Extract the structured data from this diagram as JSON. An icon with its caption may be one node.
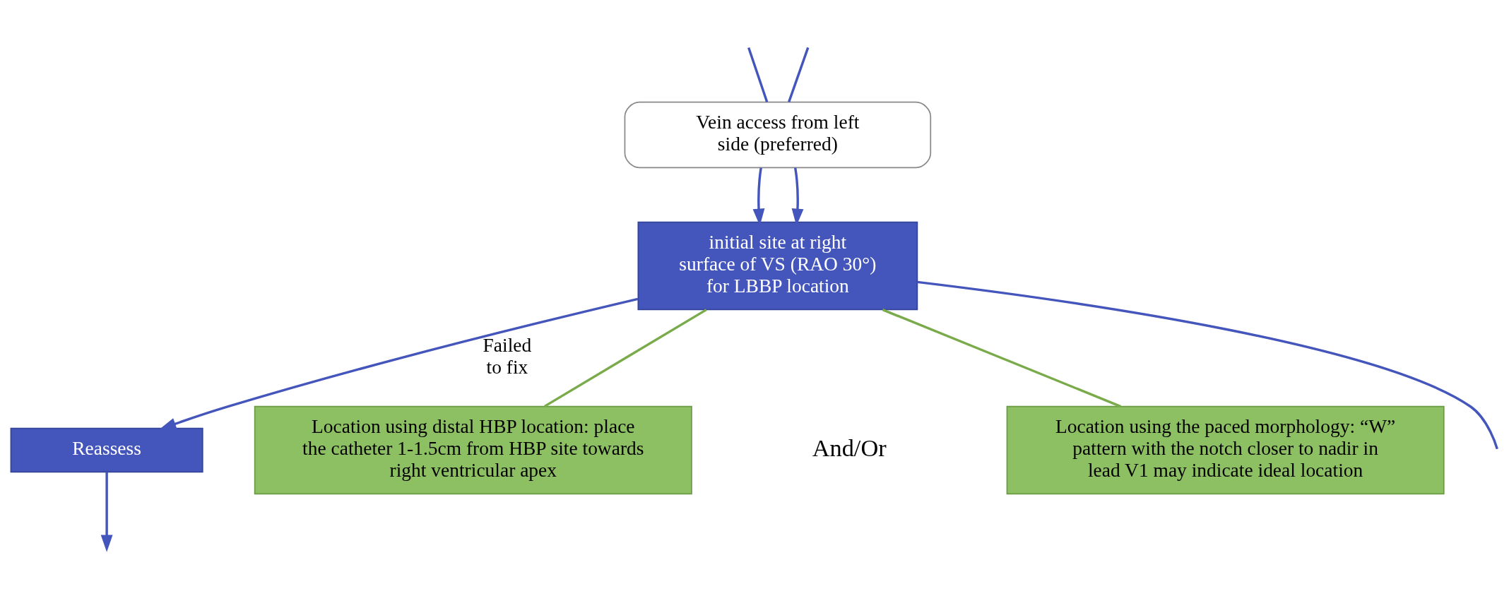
{
  "diagram": {
    "nodes": [
      {
        "text": [
          "Vein access from left side (preferred)"
        ]
      },
      {
        "text": [
          "initial site at right surface of VS (RAO 30°) for LBBP location"
        ]
      },
      {
        "text": [
          "Reassess"
        ]
      },
      {
        "text": [
          "Location using distal HBP location: place the catheter 1-1.5cm from HBP site towards right ventricular apex"
        ]
      },
      {
        "text": [
          "Location using the paced morphology: “W” pattern with the notch closer to nadir in lead V1 may indicate ideal location"
        ]
      }
    ],
    "edges": [
      {
        "from": null,
        "to": 0,
        "arrow": "none"
      },
      {
        "from": null,
        "to": 0,
        "arrow": "none"
      },
      {
        "from": 0,
        "to": 1,
        "arrow": "to"
      },
      {
        "from": 0,
        "to": 1,
        "arrow": "to"
      },
      {
        "from": 1,
        "to": 2,
        "arrow": "to",
        "label": "Failed to fix"
      },
      {
        "from": 1,
        "to": null,
        "arrow": "none"
      },
      {
        "from": 2,
        "to": null,
        "arrow": "to"
      },
      {
        "from": 1,
        "to": 3,
        "arrow": "none",
        "color": "#7aab4a"
      },
      {
        "from": 1,
        "to": 4,
        "arrow": "none",
        "color": "#7aab4a"
      }
    ],
    "labels": [
      "And/Or"
    ]
  }
}
